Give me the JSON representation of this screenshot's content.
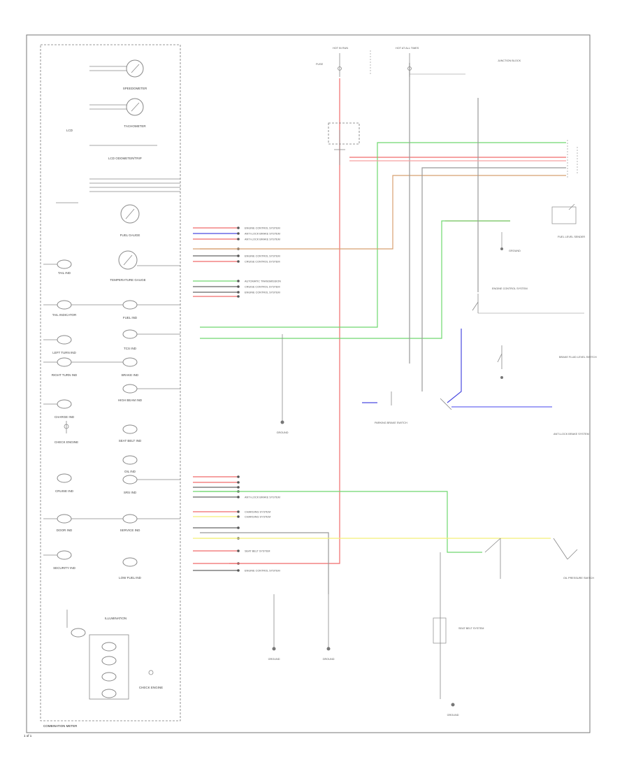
{
  "colors": {
    "red": "#f06a6a",
    "green": "#6fd86f",
    "yellow": "#f3ef78",
    "blue": "#4a4ae0",
    "orange": "#d8a070",
    "gray": "#888888",
    "ink": "#666666"
  },
  "labels": {
    "speedometer": "SPEEDOMETER",
    "tachometer": "TACHOMETER",
    "lcd_odometer": "LCD ODOMETER/TRIP",
    "fuel_gauge": "FUEL GAUGE",
    "temperature_gauge": "TEMPERATURE GAUGE",
    "tail_ind": "TAIL IND",
    "tail_indicator": "TAIL INDICATOR",
    "fuel_ind": "FUEL IND",
    "left_turn_ind": "LEFT TURN IND",
    "tcs_ind": "TCS IND",
    "right_turn_ind": "RIGHT TURN IND",
    "brake_ind": "BRAKE IND",
    "high_beam_ind": "HIGH BEAM IND",
    "charge_ind": "CHARGE IND",
    "check_engine": "CHECK ENGINE",
    "seat_belt_ind": "SEAT BELT IND",
    "oil_ind": "OIL IND",
    "cruise_ind": "CRUISE IND",
    "srs_ind": "SRS IND",
    "door_ind": "DOOR IND",
    "service_ind": "SERVICE IND",
    "security_ind": "SECURITY IND",
    "low_fuel_ind": "LOW FUEL IND",
    "illumination": "ILLUMINATION",
    "combination_meter": "COMBINATION METER",
    "footnote": "1 of 1",
    "engine_control_system": "ENGINE CONTROL SYSTEM",
    "antilock_brake_system": "ANTI-LOCK BRAKE SYSTEM",
    "cruise_control_system": "CRUISE CONTROL SYSTEM",
    "automatic_transmission": "AUTOMATIC TRANSMISSION",
    "charging_system": "CHARGING SYSTEM",
    "seat_belt_system": "SEAT BELT SYSTEM",
    "ground": "GROUND",
    "fuel_level_sender": "FUEL LEVEL SENDER",
    "oil_pressure_switch": "OIL PRESSURE SWITCH",
    "brake_fluid_switch": "BRAKE FLUID LEVEL SWITCH",
    "parking_brake_switch": "PARKING BRAKE SWITCH",
    "junction_block": "JUNCTION BLOCK",
    "hot_in_run": "HOT IN RUN",
    "hot_at_all_times": "HOT AT ALL TIMES",
    "fuse": "FUSE"
  }
}
